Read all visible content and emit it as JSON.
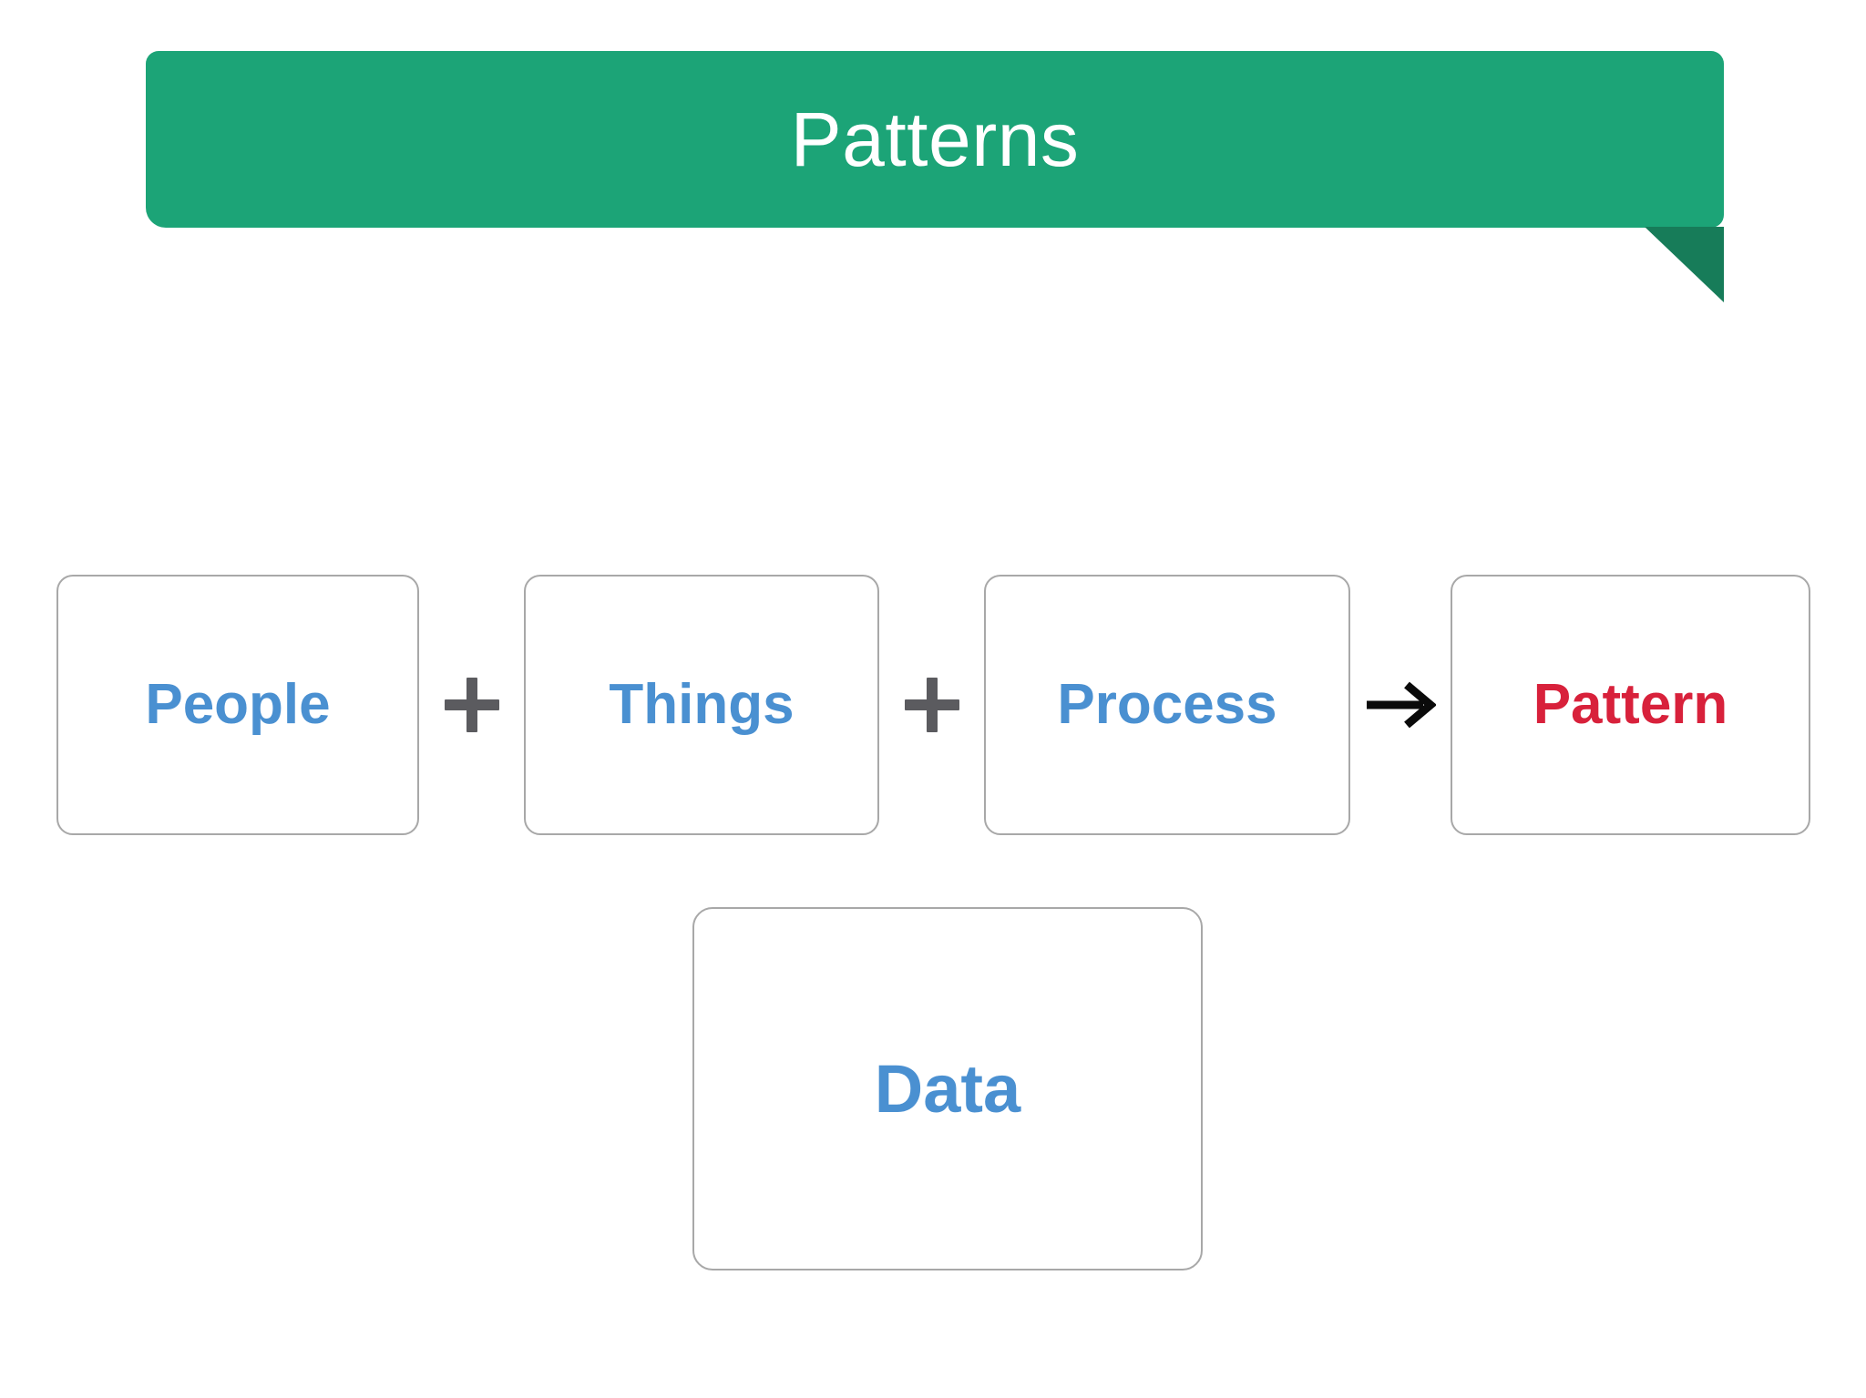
{
  "slide": {
    "background_color": "#ffffff",
    "banner": {
      "title": "Patterns",
      "fill_color": "#1CA477",
      "tail_color": "#177C59",
      "title_color": "#ffffff"
    },
    "equation": {
      "terms": [
        {
          "label": "People",
          "color": "#4A90D1"
        },
        {
          "label": "Things",
          "color": "#4A90D1"
        },
        {
          "label": "Process",
          "color": "#4A90D1"
        }
      ],
      "operators": [
        {
          "symbol": "+",
          "name": "plus"
        },
        {
          "symbol": "+",
          "name": "plus"
        },
        {
          "symbol": "→",
          "name": "right-arrow"
        }
      ],
      "result": {
        "label": "Pattern",
        "color": "#D8213B"
      },
      "supporting": {
        "label": "Data",
        "color": "#4A90D1"
      }
    },
    "card_style": {
      "border_color": "#a8a8a8",
      "fill_color": "#ffffff"
    }
  }
}
